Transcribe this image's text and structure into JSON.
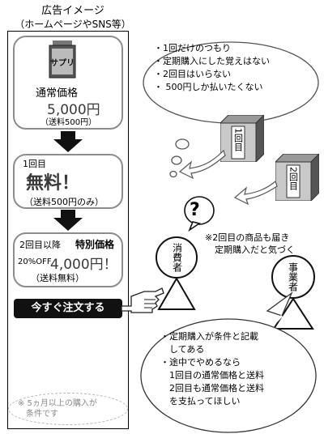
{
  "ad": {
    "title": "広告イメージ",
    "subtitle": "（ホームページやSNS等）"
  },
  "product_label": "サプリ",
  "card_normal": {
    "label": "通常価格",
    "price": "5,000円",
    "shipping": "（送料500円）"
  },
  "card_first": {
    "label": "1回目",
    "price": "無料！",
    "shipping": "（送料500円のみ）"
  },
  "card_second": {
    "label": "2回目以降",
    "special": "特別価格",
    "discount": "20%OFF",
    "price": "4,000円！",
    "shipping": "（送料無料）"
  },
  "cta": {
    "label": "今すぐ注文する"
  },
  "note": {
    "line1": "※ 5ヵ月以上の購入が",
    "line2": "条件です"
  },
  "consumer_thoughts": [
    "・1回だけのつもり",
    "・定期購入にした覚えはない",
    "・2回目はいらない",
    "・ 500円しか払いたくない"
  ],
  "delivery_boxes": [
    {
      "label": "1回目"
    },
    {
      "label": "2回目"
    }
  ],
  "consumer": {
    "label": "消費者",
    "question": "?"
  },
  "mid_note": {
    "line1": "※2回目の商品も届き",
    "line2": "定期購入だと気づく"
  },
  "business": {
    "label": "事業者"
  },
  "business_claims": [
    "・定期購入が条件と記載",
    "　してある",
    "・途中でやめるなら",
    "　1回目の通常価格と送料",
    "　2回目も通常価格と送料",
    "　を支払ってほしい"
  ]
}
